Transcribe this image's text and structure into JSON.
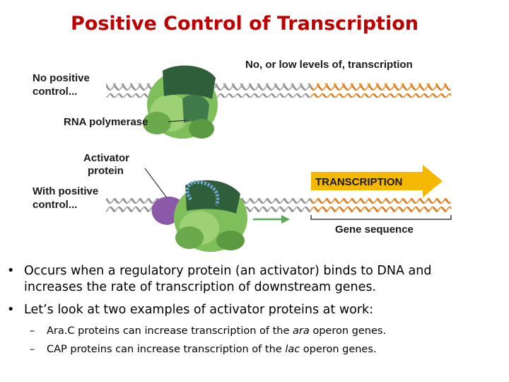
{
  "slide": {
    "title": "Positive Control of Transcription"
  },
  "diagram": {
    "top_caption": "No, or low levels of, transcription",
    "no_positive_label_line1": "No positive",
    "no_positive_label_line2": "control...",
    "rna_polymerase_label": "RNA polymerase",
    "activator_label_line1": "Activator",
    "activator_label_line2": "protein",
    "with_positive_label_line1": "With positive",
    "with_positive_label_line2": "control...",
    "transcription_arrow_label": "TRANSCRIPTION",
    "gene_sequence_label": "Gene sequence",
    "colors": {
      "dna_gray": "#8f8f8f",
      "dna_orange": "#e08a2c",
      "polymerase_green": "#7fbf5a",
      "polymerase_dark": "#2e5f3a",
      "activator_purple": "#8a5aa8",
      "rna_blue": "#6fa8d6",
      "arrow_yellow": "#f5b800",
      "small_arrow_green": "#5aa85a"
    }
  },
  "bullets": [
    {
      "line1": "Occurs when a regulatory protein (an activator) binds to DNA and",
      "line2": "increases the rate of transcription of downstream genes."
    },
    {
      "line1": "Let’s look at two examples of activator proteins at work:"
    }
  ],
  "sub_bullets": [
    {
      "before": "Ara.C proteins can increase transcription of the ",
      "italic": "ara",
      "after": " operon genes."
    },
    {
      "before": "CAP proteins can increase transcription of the ",
      "italic": "lac",
      "after": " operon genes."
    }
  ]
}
